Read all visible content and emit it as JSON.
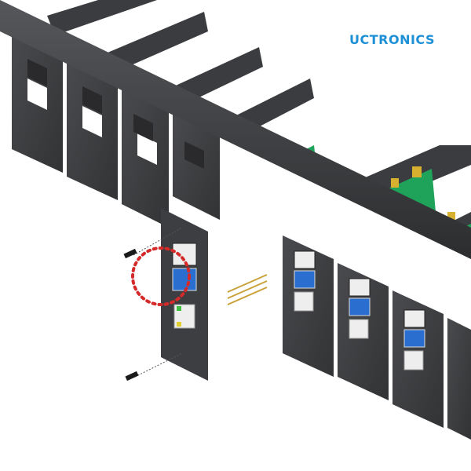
{
  "brand": {
    "logo_text": "UCTRONICS",
    "logo_color": "#1e90d6"
  },
  "scene": {
    "subject": "rack-mount chassis with removable Raspberry Pi module trays",
    "colors": {
      "chassis": "#3a3b3d",
      "chassis_edge": "#2a2b2d",
      "pcb": "#1fa35a",
      "usb_blue": "#2a6fd0",
      "highlight_circle": "#d42a2a",
      "background": "#ffffff"
    },
    "callouts": [
      {
        "type": "dotted-circle",
        "color": "#d42a2a",
        "meaning": "tool-free slot/latch detail"
      }
    ],
    "screws": 2,
    "front_panels_visible": 8
  }
}
